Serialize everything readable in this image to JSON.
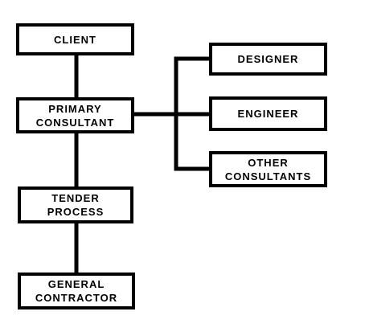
{
  "diagram": {
    "nodes": {
      "client": "CLIENT",
      "primary_consultant": "PRIMARY CONSULTANT",
      "tender_process": "TENDER PROCESS",
      "general_contractor": "GENERAL CONTRACTOR",
      "designer": "DESIGNER",
      "engineer": "ENGINEER",
      "other_consultants": "OTHER CONSULTANTS"
    },
    "edges": [
      {
        "from": "client",
        "to": "primary_consultant"
      },
      {
        "from": "primary_consultant",
        "to": "tender_process"
      },
      {
        "from": "tender_process",
        "to": "general_contractor"
      },
      {
        "from": "primary_consultant",
        "to": "designer"
      },
      {
        "from": "primary_consultant",
        "to": "engineer"
      },
      {
        "from": "primary_consultant",
        "to": "other_consultants"
      }
    ],
    "colors": {
      "line": "#000000",
      "box_border": "#000000",
      "box_fill": "#ffffff",
      "text": "#000000"
    }
  }
}
